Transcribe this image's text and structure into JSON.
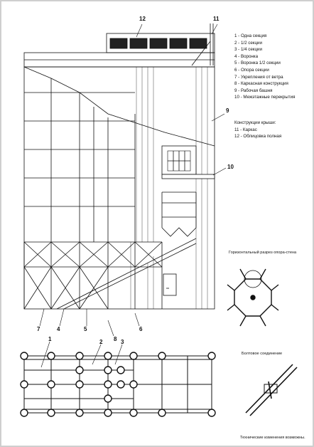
{
  "legend": {
    "items": [
      "1 - Одна секция",
      "2 - 1/2 секции",
      "3 - 1/4 секции",
      "4 - Воронка",
      "5 - Воронка 1/2 секции",
      "6 - Опора секции",
      "7 - Укрепления от ветра",
      "8 - Каркасная конструкция",
      "9 - Рабочая башня",
      "10 - Межэтажные перекрытия"
    ],
    "roof_title": "Конструкции крыши:",
    "roof_items": [
      "11 - Каркас",
      "12 - Облицовка полная"
    ]
  },
  "callouts": {
    "c12": "12",
    "c11": "11",
    "c9": "9",
    "c10": "10",
    "c7": "7",
    "c4": "4",
    "c5": "5",
    "c8": "8",
    "c6": "6",
    "c1": "1",
    "c2": "2",
    "c3": "3"
  },
  "captions": {
    "section": "Горизонтальный разрез опора-стена",
    "bolt": "Болтовое соединение",
    "footer": "Технические изменения возможны."
  },
  "colors": {
    "line": "#111111",
    "background": "#ffffff",
    "border": "#cfcfcf"
  }
}
